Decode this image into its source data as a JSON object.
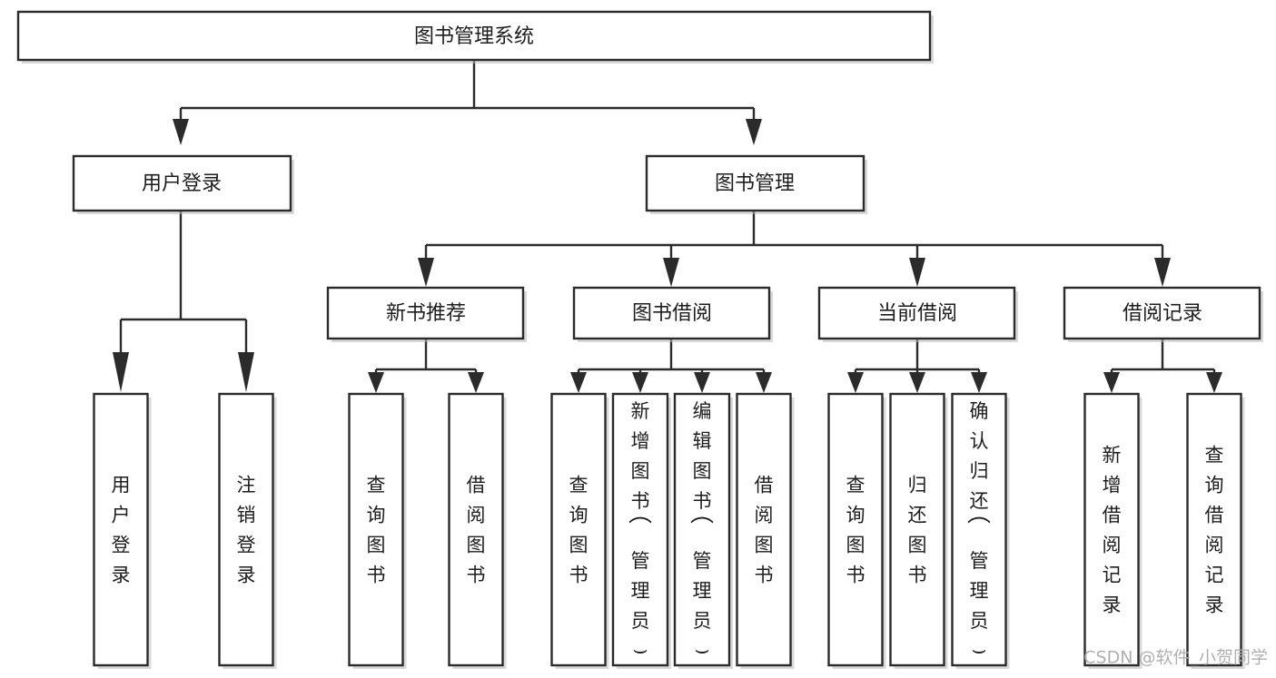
{
  "diagram": {
    "title": "图书管理系统",
    "type": "tree-hierarchy",
    "orientation": "top-down",
    "root": {
      "id": "root",
      "label": "图书管理系统",
      "text_direction": "horizontal"
    },
    "level2": [
      {
        "id": "user-login",
        "label": "用户登录",
        "text_direction": "horizontal"
      },
      {
        "id": "book-manage",
        "label": "图书管理",
        "text_direction": "horizontal"
      }
    ],
    "level3": [
      {
        "id": "new-book-rec",
        "label": "新书推荐",
        "text_direction": "horizontal",
        "parent": "book-manage"
      },
      {
        "id": "book-borrow",
        "label": "图书借阅",
        "text_direction": "horizontal",
        "parent": "book-manage"
      },
      {
        "id": "current-borrow",
        "label": "当前借阅",
        "text_direction": "horizontal",
        "parent": "book-manage"
      },
      {
        "id": "borrow-record",
        "label": "借阅记录",
        "text_direction": "horizontal",
        "parent": "book-manage"
      }
    ],
    "leaves": [
      {
        "id": "leaf-user-login",
        "parent": "user-login",
        "text_direction": "vertical",
        "chars": [
          "用",
          "户",
          "登",
          "录"
        ],
        "label": "用户登录"
      },
      {
        "id": "leaf-user-logout",
        "parent": "user-login",
        "text_direction": "vertical",
        "chars": [
          "注",
          "销",
          "登",
          "录"
        ],
        "label": "注销登录"
      },
      {
        "id": "leaf-rec-query-book",
        "parent": "new-book-rec",
        "text_direction": "vertical",
        "chars": [
          "查",
          "询",
          "图",
          "书"
        ],
        "label": "查询图书"
      },
      {
        "id": "leaf-rec-borrow-book",
        "parent": "new-book-rec",
        "text_direction": "vertical",
        "chars": [
          "借",
          "阅",
          "图",
          "书"
        ],
        "label": "借阅图书"
      },
      {
        "id": "leaf-borrow-query-book",
        "parent": "book-borrow",
        "text_direction": "vertical",
        "chars": [
          "查",
          "询",
          "图",
          "书"
        ],
        "label": "查询图书"
      },
      {
        "id": "leaf-borrow-add-book",
        "parent": "book-borrow",
        "text_direction": "vertical",
        "chars": [
          "新",
          "增",
          "图",
          "书",
          "（",
          "管",
          "理",
          "员",
          "）"
        ],
        "label": "新增图书（管理员）"
      },
      {
        "id": "leaf-borrow-edit-book",
        "parent": "book-borrow",
        "text_direction": "vertical",
        "chars": [
          "编",
          "辑",
          "图",
          "书",
          "（",
          "管",
          "理",
          "员",
          "）"
        ],
        "label": "编辑图书（管理员）"
      },
      {
        "id": "leaf-borrow-borrow-book",
        "parent": "book-borrow",
        "text_direction": "vertical",
        "chars": [
          "借",
          "阅",
          "图",
          "书"
        ],
        "label": "借阅图书"
      },
      {
        "id": "leaf-cur-query-book",
        "parent": "current-borrow",
        "text_direction": "vertical",
        "chars": [
          "查",
          "询",
          "图",
          "书"
        ],
        "label": "查询图书"
      },
      {
        "id": "leaf-cur-return-book",
        "parent": "current-borrow",
        "text_direction": "vertical",
        "chars": [
          "归",
          "还",
          "图",
          "书"
        ],
        "label": "归还图书"
      },
      {
        "id": "leaf-cur-confirm-return",
        "parent": "current-borrow",
        "text_direction": "vertical",
        "chars": [
          "确",
          "认",
          "归",
          "还",
          "（",
          "管",
          "理",
          "员",
          "）"
        ],
        "label": "确认归还（管理员）"
      },
      {
        "id": "leaf-rec-add-record",
        "parent": "borrow-record",
        "text_direction": "vertical",
        "chars": [
          "新",
          "增",
          "借",
          "阅",
          "记",
          "录"
        ],
        "label": "新增借阅记录"
      },
      {
        "id": "leaf-rec-query-record",
        "parent": "borrow-record",
        "text_direction": "vertical",
        "chars": [
          "查",
          "询",
          "借",
          "阅",
          "记",
          "录"
        ],
        "label": "查询借阅记录"
      }
    ]
  },
  "watermark": {
    "text": "CSDN @软件_小贺同学"
  },
  "colors": {
    "box_stroke": "#2b2b2b",
    "box_fill": "#ffffff",
    "text": "#1d1d1d",
    "watermark": "#b0b0b0",
    "background": "#ffffff"
  }
}
